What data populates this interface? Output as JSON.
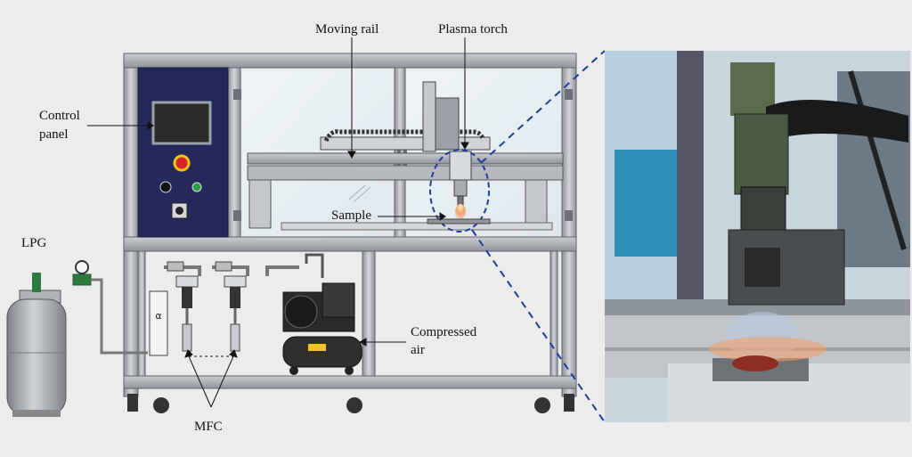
{
  "labels": {
    "moving_rail": "Moving rail",
    "plasma_torch": "Plasma torch",
    "control_panel_line1": "Control",
    "control_panel_line2": "panel",
    "lpg": "LPG",
    "sample": "Sample",
    "compressed_air_line1": "Compressed",
    "compressed_air_line2": "air",
    "mfc": "MFC"
  },
  "colors": {
    "frame": "#9aa1a7",
    "control_panel": "#24285a",
    "flame": "#f07a3a",
    "callout_dash": "#1f3c9c"
  }
}
